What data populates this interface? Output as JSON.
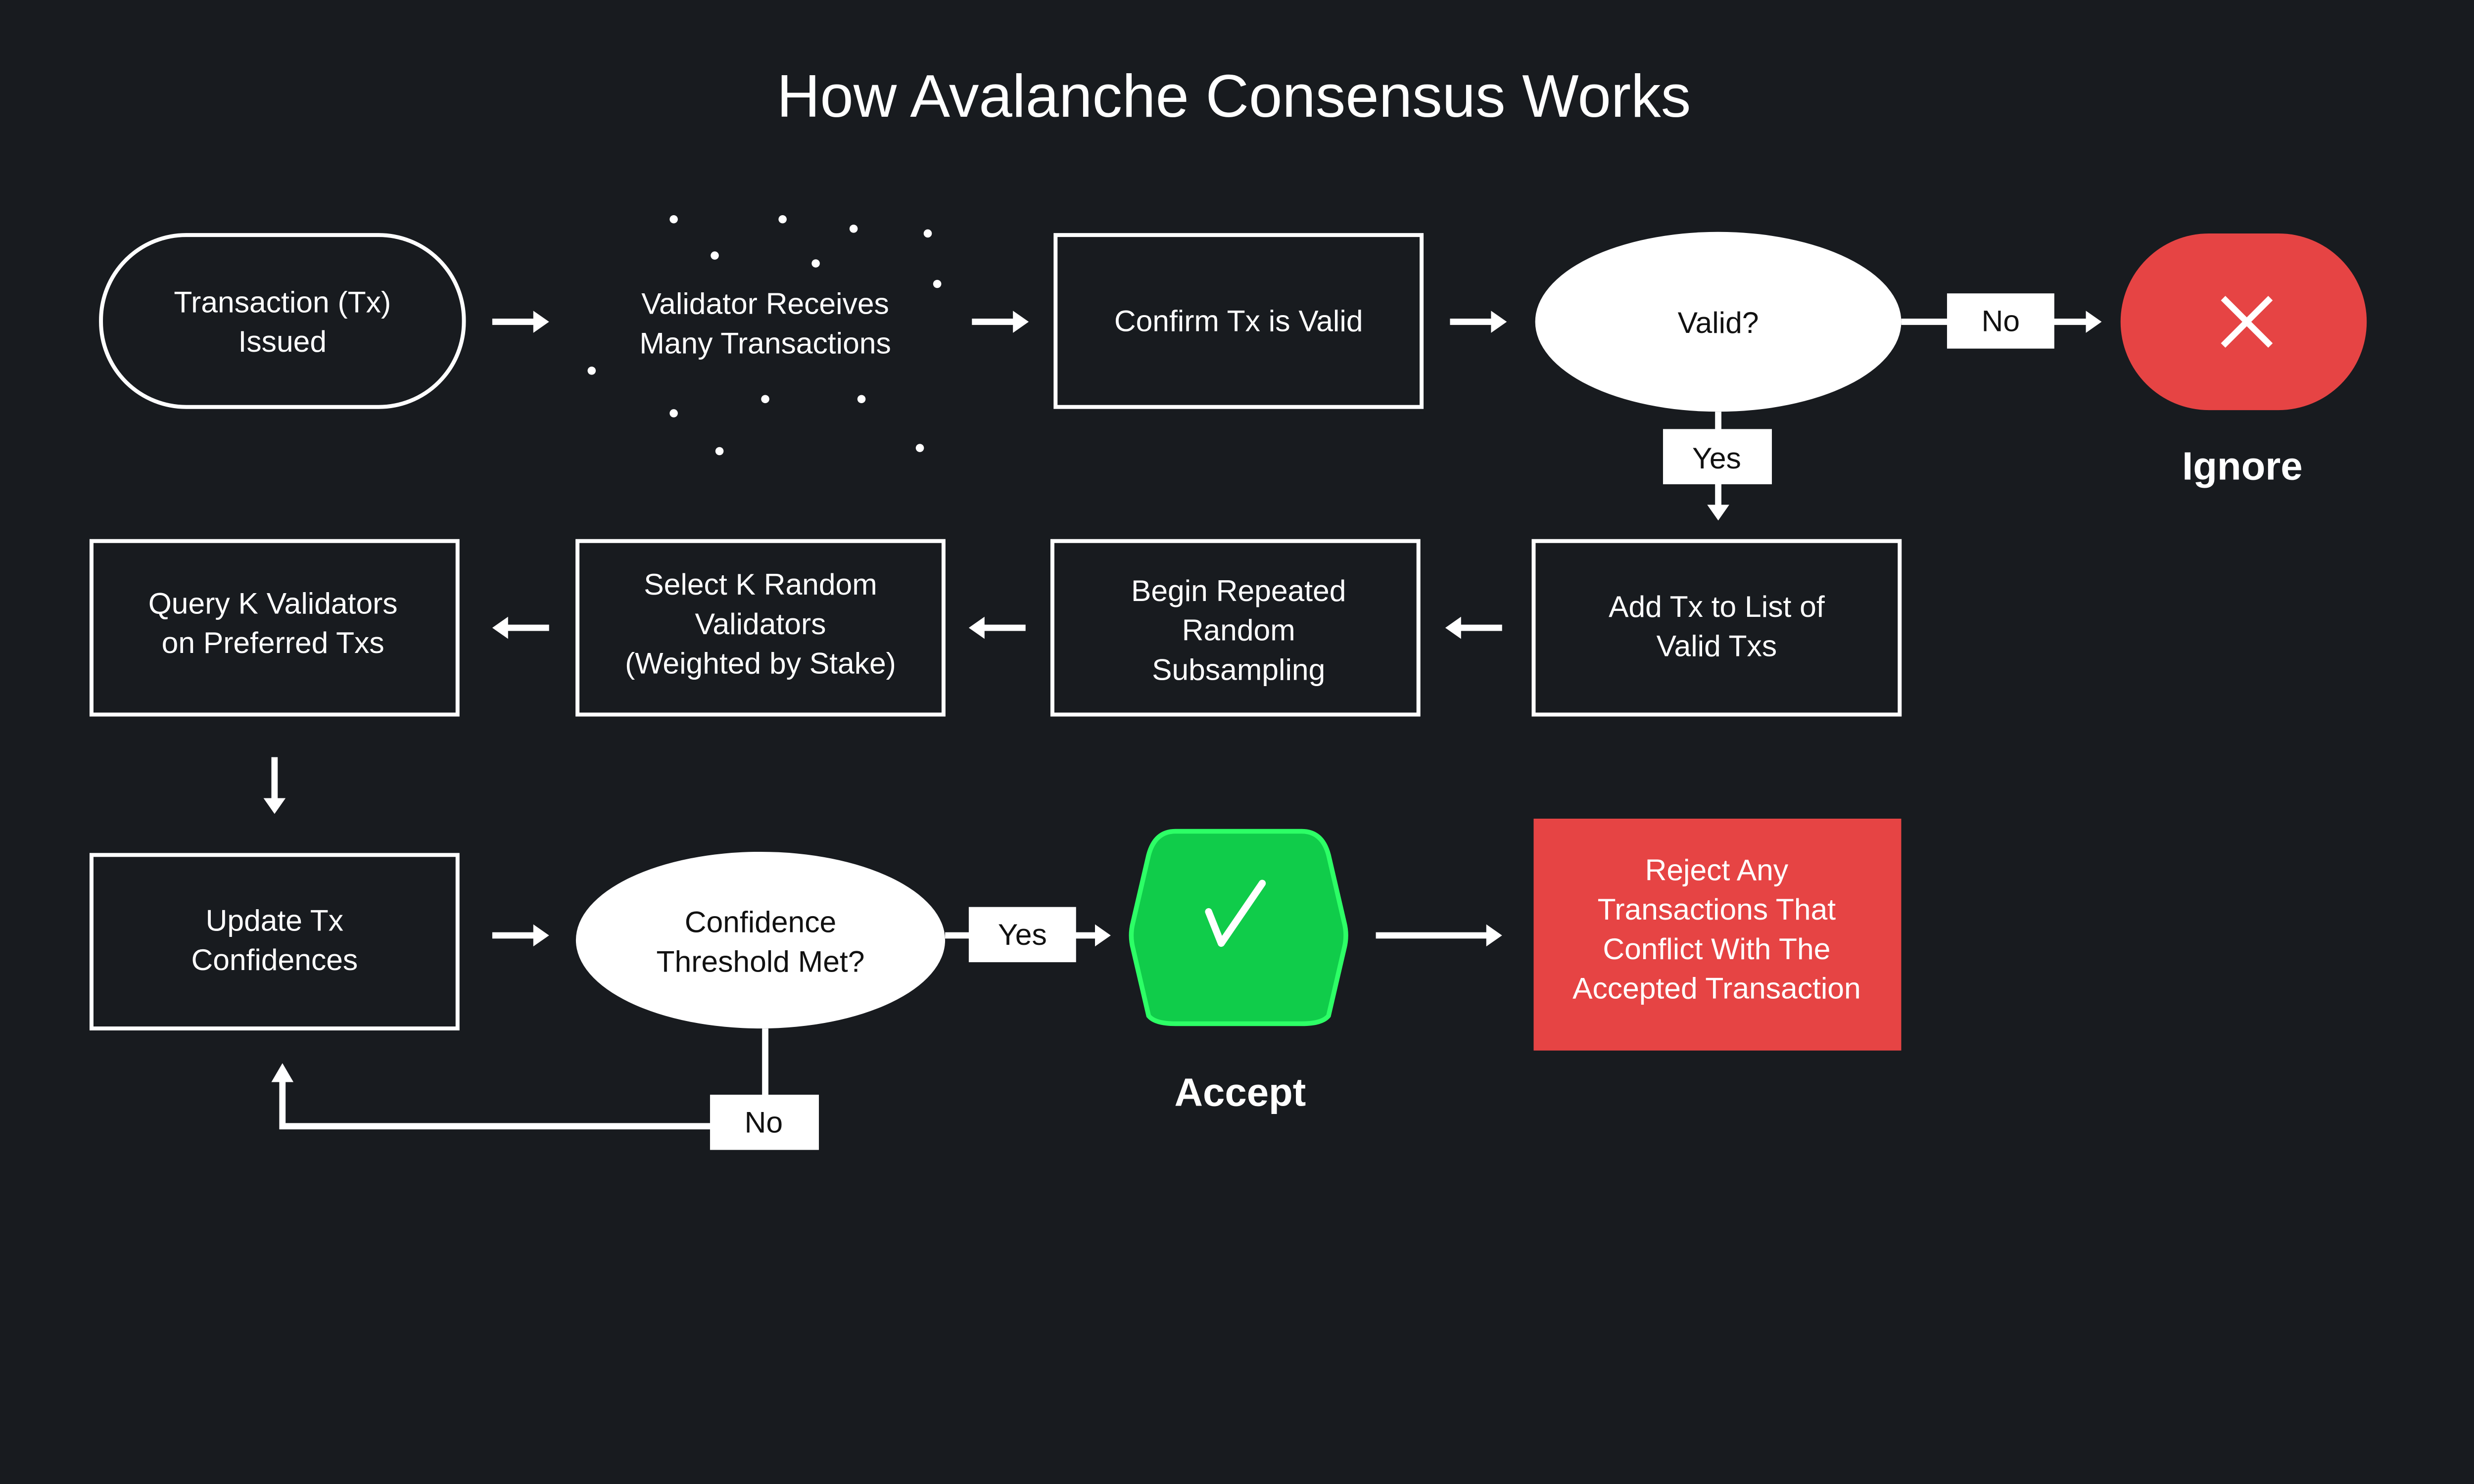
{
  "title": "How Avalanche Consensus Works",
  "colors": {
    "background": "#181b1f",
    "ignore": "#e64444",
    "accept": "#10cc4a",
    "accept_border": "#2dff66",
    "reject": "#e64444"
  },
  "nodes": {
    "tx_issued": [
      "Transaction (Tx)",
      "Issued"
    ],
    "validator_receives": [
      "Validator Receives",
      "Many Transactions"
    ],
    "confirm_valid": [
      "Confirm Tx is Valid"
    ],
    "valid_decision": [
      "Valid?"
    ],
    "ignore": {
      "icon": "x-icon",
      "label": "Ignore"
    },
    "add_to_list": [
      "Add Tx to List of",
      "Valid Txs"
    ],
    "begin_subsampling": [
      "Begin Repeated",
      "Random",
      "Subsampling"
    ],
    "select_k": [
      "Select K Random",
      "Validators",
      "(Weighted by Stake)"
    ],
    "query_k": [
      "Query K Validators",
      "on Preferred Txs"
    ],
    "update_confidences": [
      "Update Tx",
      "Confidences"
    ],
    "threshold_decision": [
      "Confidence",
      "Threshold Met?"
    ],
    "accept": {
      "icon": "check-icon",
      "label": "Accept"
    },
    "reject_conflicts": [
      "Reject Any",
      "Transactions That",
      "Conflict With The",
      "Accepted Transaction"
    ]
  },
  "edge_labels": {
    "valid_no": "No",
    "valid_yes": "Yes",
    "threshold_yes": "Yes",
    "threshold_no": "No"
  }
}
